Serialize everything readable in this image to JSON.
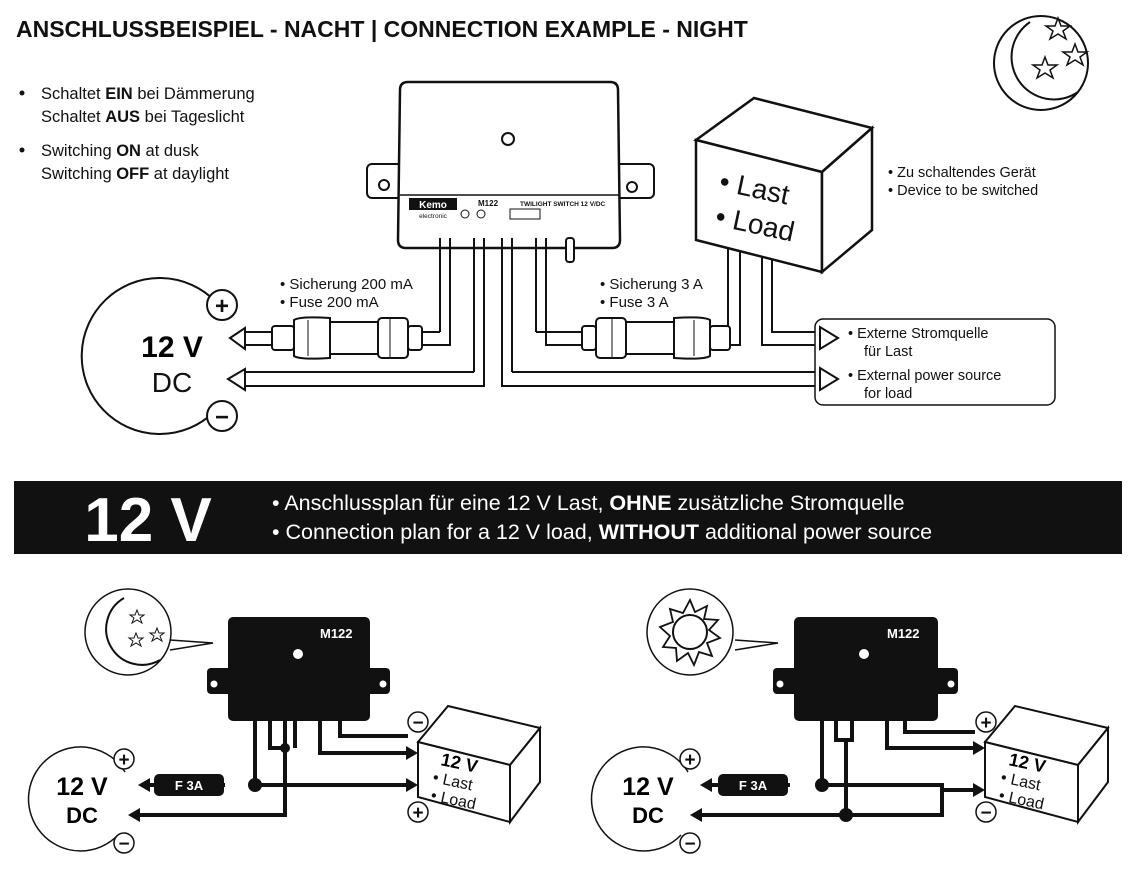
{
  "title": "ANSCHLUSSBEISPIEL - NACHT | CONNECTION EXAMPLE - NIGHT",
  "intro": {
    "de_line1_prefix": "Schaltet ",
    "de_line1_bold": "EIN",
    "de_line1_suffix": " bei Dämmerung",
    "de_line2_prefix": "Schaltet ",
    "de_line2_bold": "AUS",
    "de_line2_suffix": " bei Tageslicht",
    "en_line1_prefix": "Switching ",
    "en_line1_bold": "ON",
    "en_line1_suffix": " at dusk",
    "en_line2_prefix": "Switching ",
    "en_line2_bold": "OFF",
    "en_line2_suffix": " at daylight"
  },
  "module": {
    "brand": "Kemo",
    "brand_sub": "electronic",
    "model": "M122",
    "desc": "TWILIGHT SWITCH 12 V/DC"
  },
  "load_box": {
    "line1": "Last",
    "line2": "Load",
    "note_de": "Zu schaltendes Gerät",
    "note_en": "Device to be switched"
  },
  "fuse_left": {
    "de": "Sicherung 200 mA",
    "en": "Fuse 200 mA"
  },
  "fuse_right": {
    "de": "Sicherung 3 A",
    "en": "Fuse 3 A"
  },
  "supply": {
    "voltage": "12 V",
    "type": "DC",
    "plus": "+",
    "minus": "−"
  },
  "external_source": {
    "de_line1": "Externe Stromquelle",
    "de_line2": "für Last",
    "en_line1": "External power source",
    "en_line2": "for load"
  },
  "banner": {
    "voltage": "12 V",
    "de_prefix": "Anschlussplan für eine 12 V Last, ",
    "de_bold": "OHNE",
    "de_suffix": " zusätzliche Stromquelle",
    "en_prefix": "Connection plan for a 12 V load, ",
    "en_bold": "WITHOUT",
    "en_suffix": " additional power source"
  },
  "bottom_left": {
    "module_label": "M122",
    "fuse_label": "F 3A",
    "supply_voltage": "12 V",
    "supply_type": "DC",
    "load_voltage": "12 V",
    "load_line1": "Last",
    "load_line2": "Load",
    "plus": "+",
    "minus": "−"
  },
  "bottom_right": {
    "module_label": "M122",
    "fuse_label": "F 3A",
    "supply_voltage": "12 V",
    "supply_type": "DC",
    "load_voltage": "12 V",
    "load_line1": "Last",
    "load_line2": "Load",
    "plus": "+",
    "minus": "−"
  },
  "icons": {
    "moon": "moon-stars-icon",
    "sun": "sun-icon"
  }
}
